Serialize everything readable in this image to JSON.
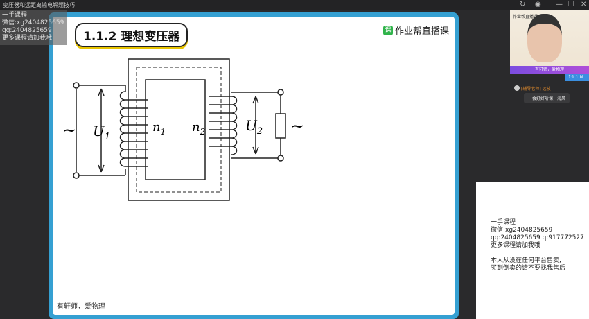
{
  "window": {
    "title": "变压器和远距离输电解题技巧"
  },
  "overlay_lines": [
    "一手课程",
    "微信:xg2404825659",
    "qq:2404825659",
    "更多课程请加我哦"
  ],
  "slide": {
    "title": "1.1.2 理想变压器",
    "logo": "作业帮直播课",
    "logo_icon": "课",
    "footer": "有轩师，爱物理",
    "diagram": {
      "u1": "U",
      "u1_sub": "1",
      "u2": "U",
      "u2_sub": "2",
      "n1": "n",
      "n1_sub": "1",
      "n2": "n",
      "n2_sub": "2",
      "ac_left": "~",
      "ac_right": "~"
    }
  },
  "camera": {
    "logo": "作业帮直播课",
    "banner": "有轩师，爱物理"
  },
  "tag": "个1.1 M",
  "chat": {
    "name": "[辅导老师] 远枝",
    "message": "一会好好听课，海风"
  },
  "panel": {
    "lines": [
      "一手课程",
      "微信:xg2404825659",
      "qq:2404825659 q:917772527",
      "更多课程请加我哦",
      "",
      "本人从没在任何平台售卖,",
      "买到倒卖的请不要找我售后"
    ]
  }
}
